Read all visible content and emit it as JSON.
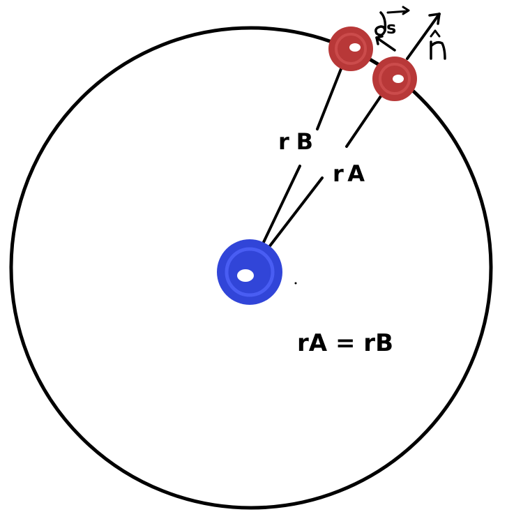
{
  "diagram": {
    "labels": {
      "r_b": "rB",
      "r_a": "rA",
      "ds": "ds",
      "n": "n",
      "equation": "rA = rB"
    },
    "colors": {
      "ink": "#000000",
      "central_body": "#3145d8",
      "orbiting_body": "#b83838",
      "background": "#ffffff"
    }
  }
}
